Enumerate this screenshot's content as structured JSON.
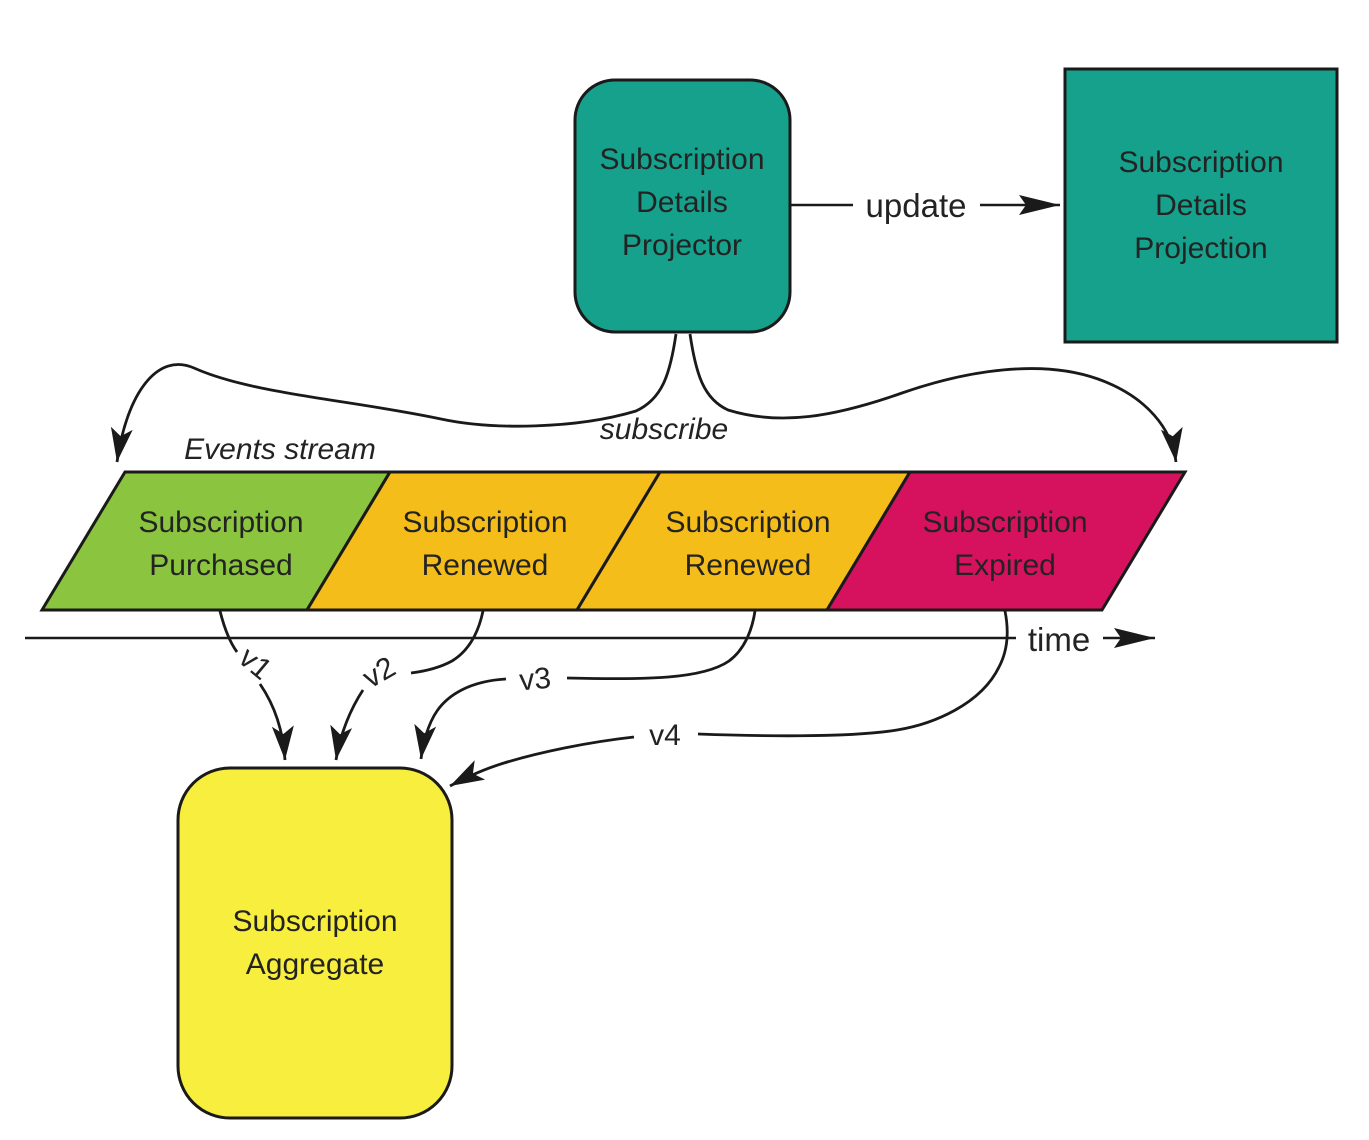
{
  "projector": {
    "line1": "Subscription",
    "line2": "Details",
    "line3": "Projector"
  },
  "projection": {
    "line1": "Subscription",
    "line2": "Details",
    "line3": "Projection"
  },
  "aggregate": {
    "line1": "Subscription",
    "line2": "Aggregate"
  },
  "labels": {
    "update": "update",
    "subscribe": "subscribe",
    "events_stream": "Events stream",
    "time": "time"
  },
  "events": [
    {
      "line1": "Subscription",
      "line2": "Purchased",
      "version": "v1",
      "color": "#8bc53f"
    },
    {
      "line1": "Subscription",
      "line2": "Renewed",
      "version": "v2",
      "color": "#f5bd1a"
    },
    {
      "line1": "Subscription",
      "line2": "Renewed",
      "version": "v3",
      "color": "#f5bd1a"
    },
    {
      "line1": "Subscription",
      "line2": "Expired",
      "version": "v4",
      "color": "#d6125f"
    }
  ],
  "colors": {
    "teal": "#16a18c",
    "yellow": "#f8ee3d",
    "green": "#8bc53f",
    "amber": "#f5bd1a",
    "magenta": "#d6125f",
    "line": "#1a1a1a"
  }
}
